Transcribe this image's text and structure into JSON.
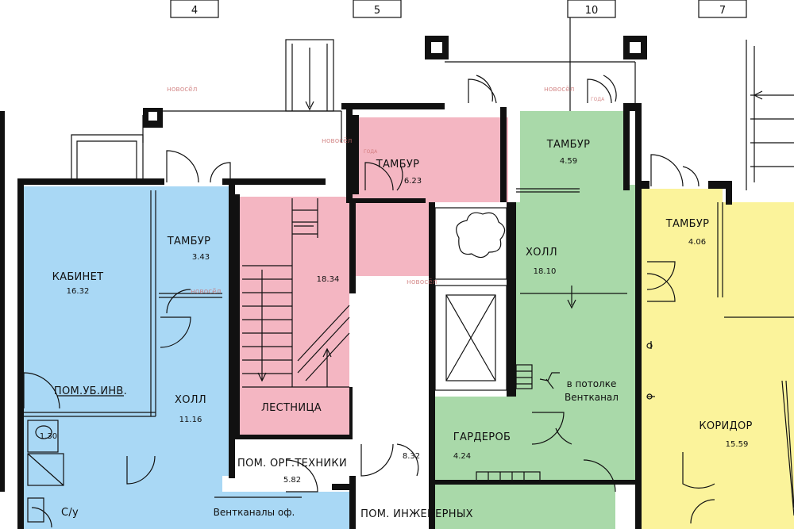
{
  "axes": [
    "4",
    "5",
    "10",
    "7"
  ],
  "rooms": {
    "kabinet": {
      "name": "КАБИНЕТ",
      "area": "16.32"
    },
    "tambur_a": {
      "name": "ТАМБУР",
      "area": "3.43"
    },
    "holl_a": {
      "name": "ХОЛЛ",
      "area": "11.16"
    },
    "pom_ub": {
      "name": "ПОМ.УБ.ИНВ.",
      "area": "1.30"
    },
    "su": {
      "name": "С/у",
      "area": ""
    },
    "lestnica": {
      "name": "ЛЕСТНИЦА",
      "area": "18.34"
    },
    "tambur_b": {
      "name": "ТАМБУР",
      "area": "6.23"
    },
    "pom_org": {
      "name": "ПОМ. ОРГ.ТЕХНИКИ",
      "area": "5.82"
    },
    "ventkanaly": {
      "name": "Вентканалы оф.",
      "area": ""
    },
    "corridor_w": {
      "name": "",
      "area": "8.32"
    },
    "pom_ing": {
      "name": "ПОМ. ИНЖЕНЕРНЫХ",
      "area": ""
    },
    "tambur_c": {
      "name": "ТАМБУР",
      "area": "4.59"
    },
    "holl_c": {
      "name": "ХОЛЛ",
      "area": "18.10"
    },
    "garderob": {
      "name": "ГАРДЕРОБ",
      "area": "4.24"
    },
    "ventkanal_note": {
      "line1": "в потолке",
      "line2": "Вентканал"
    },
    "tambur_d": {
      "name": "ТАМБУР",
      "area": "4.06"
    },
    "koridor": {
      "name": "КОРИДОР",
      "area": "15.59"
    }
  },
  "watermark": {
    "brand": "новосёл",
    "tag": "ГОДА"
  },
  "colors": {
    "blue": "#a9d8f5",
    "pink": "#f4b6c2",
    "green": "#a9d9a9",
    "yellow": "#fbf39b",
    "wall": "#111111"
  }
}
